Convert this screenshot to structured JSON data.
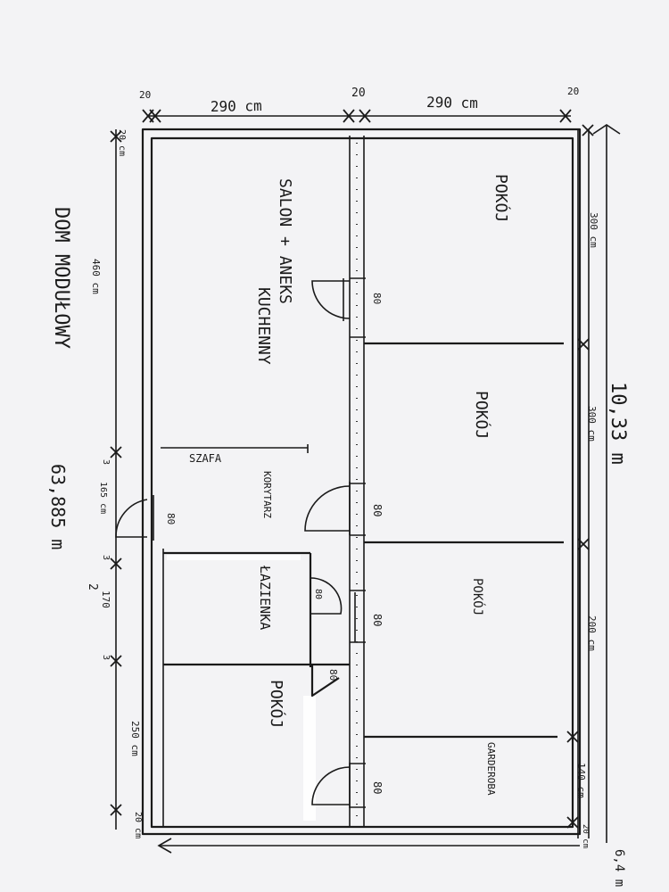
{
  "plan": {
    "title_lines": [
      "DOM MODUŁOWY",
      "63,885 m²"
    ],
    "area_label": "63,885 m",
    "area_exp": "2",
    "width_top": [
      "290 cm",
      "290 cm"
    ],
    "wall_20": [
      "20",
      "20",
      "20"
    ],
    "dim_total_length": "10,33 m",
    "dim_total_width": "6,4 m",
    "right_dims": [
      "300 cm",
      "300 cm",
      "200 cm",
      "140 cm",
      "20 cm"
    ],
    "top_right_20": "20",
    "left_dims": [
      "20 cm",
      "460 cm",
      "3",
      "165 cm",
      "3",
      "170",
      "3",
      "250 cm",
      "20 cm"
    ],
    "rooms": {
      "salon_1": "SALON + ANEKS",
      "salon_2": "KUCHENNY",
      "pokoj_1": "POKÓJ",
      "pokoj_2": "POKÓJ",
      "pokoj_3": "POKÓJ",
      "pokoj_4": "POKÓJ",
      "garderoba": "GARDEROBA",
      "korytarz": "KORYTARZ",
      "lazienka": "ŁAZIENKA",
      "szafa": "SZAFA"
    },
    "doors": [
      "80",
      "80",
      "80",
      "80",
      "80",
      "80",
      "80"
    ]
  }
}
